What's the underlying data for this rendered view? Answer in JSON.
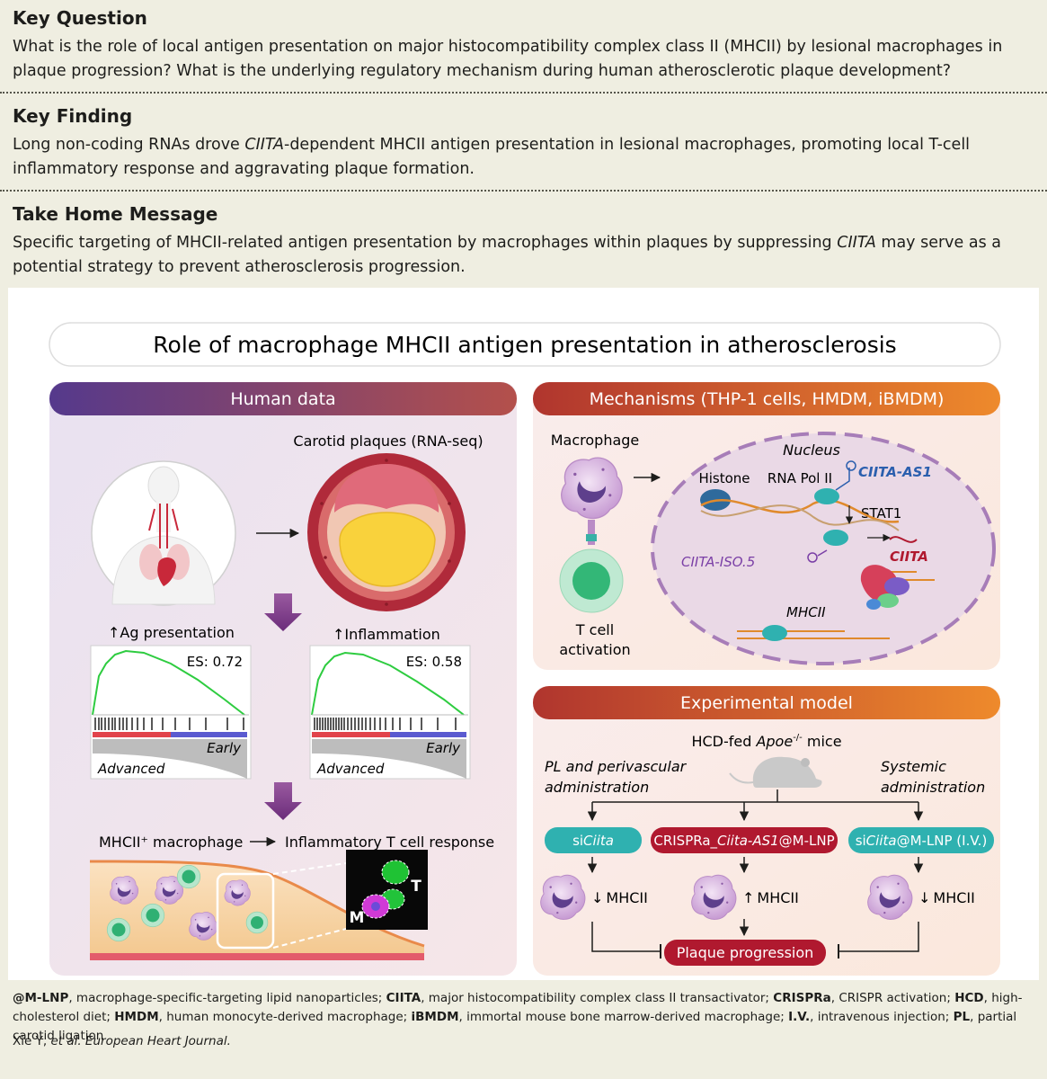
{
  "key_question": {
    "heading": "Key Question",
    "text": "What is the role of local antigen presentation on major histocompatibility complex class II (MHCII) by lesional macrophages in plaque progression? What is the underlying regulatory mechanism during human atherosclerotic plaque development?"
  },
  "key_finding": {
    "heading": "Key Finding",
    "text_before": "Long non-coding RNAs drove ",
    "text_italic": "CIITA",
    "text_after": "-dependent MHCII antigen presentation in lesional macrophages, promoting local T-cell inflammatory response and aggravating plaque formation."
  },
  "take_home": {
    "heading": "Take Home Message",
    "text_before": "Specific targeting of MHCII-related antigen presentation by macrophages within plaques by suppressing ",
    "text_italic": "CIITA",
    "text_after": " may serve as a potential strategy to prevent atherosclerosis progression."
  },
  "figure": {
    "main_title": "Role of macrophage MHCII antigen presentation in atherosclerosis",
    "human": {
      "header": "Human data",
      "carotid_label": "Carotid plaques (RNA-seq)",
      "ag_label": "Ag presentation",
      "infl_label": "Inflammation",
      "es1": "ES: 0.72",
      "es2": "ES: 0.58",
      "early": "Early",
      "advanced": "Advanced",
      "mhc_label": "MHCII⁺ macrophage",
      "tcell_label": "Inflammatory T cell response",
      "micro_m": "M",
      "micro_t": "T"
    },
    "mech": {
      "header": "Mechanisms (THP-1 cells, HMDM, iBMDM)",
      "macrophage": "Macrophage",
      "tcell_line1": "T cell",
      "tcell_line2": "activation",
      "nucleus": "Nucleus",
      "histone": "Histone",
      "rnapol": "RNA Pol II",
      "ciita_as1": "CIITA-AS1",
      "stat1": "STAT1",
      "ciita_iso": "CIITA-ISO.5",
      "ciita": "CIITA",
      "mhcii": "MHCII"
    },
    "exp": {
      "header": "Experimental model",
      "mice_prefix": "HCD-fed ",
      "mice_gene": "Apoe",
      "mice_sup": "-/-",
      "mice_suffix": " mice",
      "left_line1": "PL and perivascular",
      "left_line2": "administration",
      "right_line1": "Systemic",
      "right_line2": "administration",
      "pill1_a": "si",
      "pill1_b": "Ciita",
      "pill2_a": "CRISPRa_",
      "pill2_b": "Ciita-AS1",
      "pill2_c": "@M-LNP",
      "pill3_a": "si",
      "pill3_b": "Ciita",
      "pill3_c": "@M-LNP (I.V.)",
      "mhcii_down1": "MHCII",
      "mhcii_up": "MHCII",
      "mhcii_down2": "MHCII",
      "plaque": "Plaque progression"
    },
    "colors": {
      "purple": "#5b3a8e",
      "orange": "#e8782a",
      "teal": "#2fb1b0",
      "crimson": "#b0192f"
    }
  },
  "footnote": {
    "a1": "@M-LNP",
    "t1": ", macrophage-specific-targeting lipid nanoparticles; ",
    "a2": "CIITA",
    "t2": ", major histocompatibility complex class II transactivator; ",
    "a3": "CRISPRa",
    "t3": ", CRISPR activation; ",
    "a4": "HCD",
    "t4": ", high-cholesterol diet; ",
    "a5": "HMDM",
    "t5": ", human monocyte-derived macrophage; ",
    "a6": "iBMDM",
    "t6": ", immortal mouse bone marrow-derived macrophage; ",
    "a7": "I.V.",
    "t7": ", intravenous injection; ",
    "a8": "PL",
    "t8": ", partial carotid ligation"
  },
  "citation": {
    "authors": "Xie Y, ",
    "rest": "et al. European Heart Journal."
  }
}
